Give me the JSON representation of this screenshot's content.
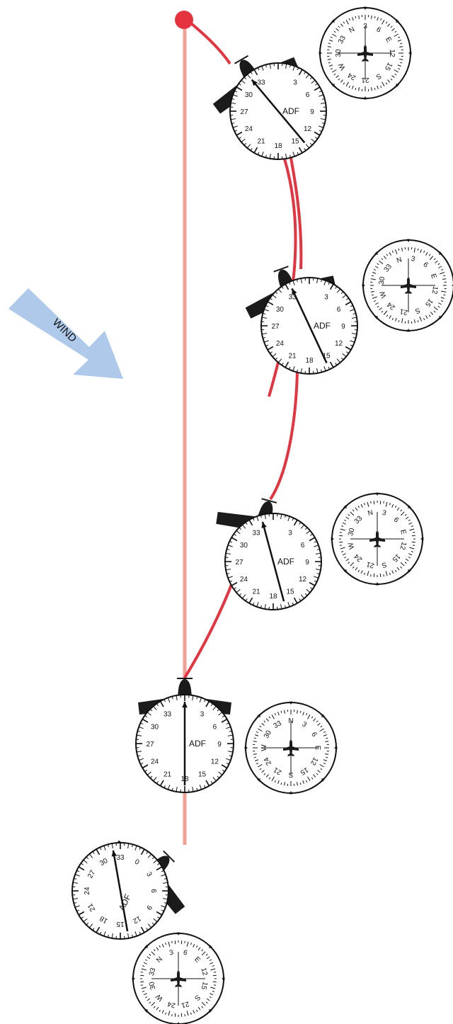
{
  "wind": {
    "label": "WIND",
    "color": "#aec9e9"
  },
  "colors": {
    "course_line": "#f2a095",
    "flight_path": "#e53440",
    "station": "#e53440",
    "aircraft": "#1b1b1b"
  },
  "adf_label": "ADF",
  "adf_card_labels": [
    "33",
    "3",
    "6",
    "9",
    "12",
    "15",
    "18",
    "21",
    "24",
    "27",
    "30"
  ],
  "adf_card_labels_rotated": [
    "30",
    "33",
    "0",
    "3",
    "6",
    "9",
    "12",
    "15",
    "18",
    "21",
    "24",
    "27"
  ],
  "hi_labels": [
    "N",
    "3",
    "6",
    "E",
    "12",
    "15",
    "S",
    "21",
    "24",
    "W",
    "30",
    "33"
  ],
  "positions": [
    {
      "id": "position-1",
      "heading_deg": 45,
      "relative_bearing_deg": 315
    },
    {
      "id": "position-2",
      "heading_deg": 0,
      "relative_bearing_deg": 0
    },
    {
      "id": "position-3",
      "heading_deg": 15,
      "relative_bearing_deg": 345
    },
    {
      "id": "position-4",
      "heading_deg": 20,
      "relative_bearing_deg": 335
    },
    {
      "id": "position-5",
      "heading_deg": 30,
      "relative_bearing_deg": 320
    }
  ]
}
